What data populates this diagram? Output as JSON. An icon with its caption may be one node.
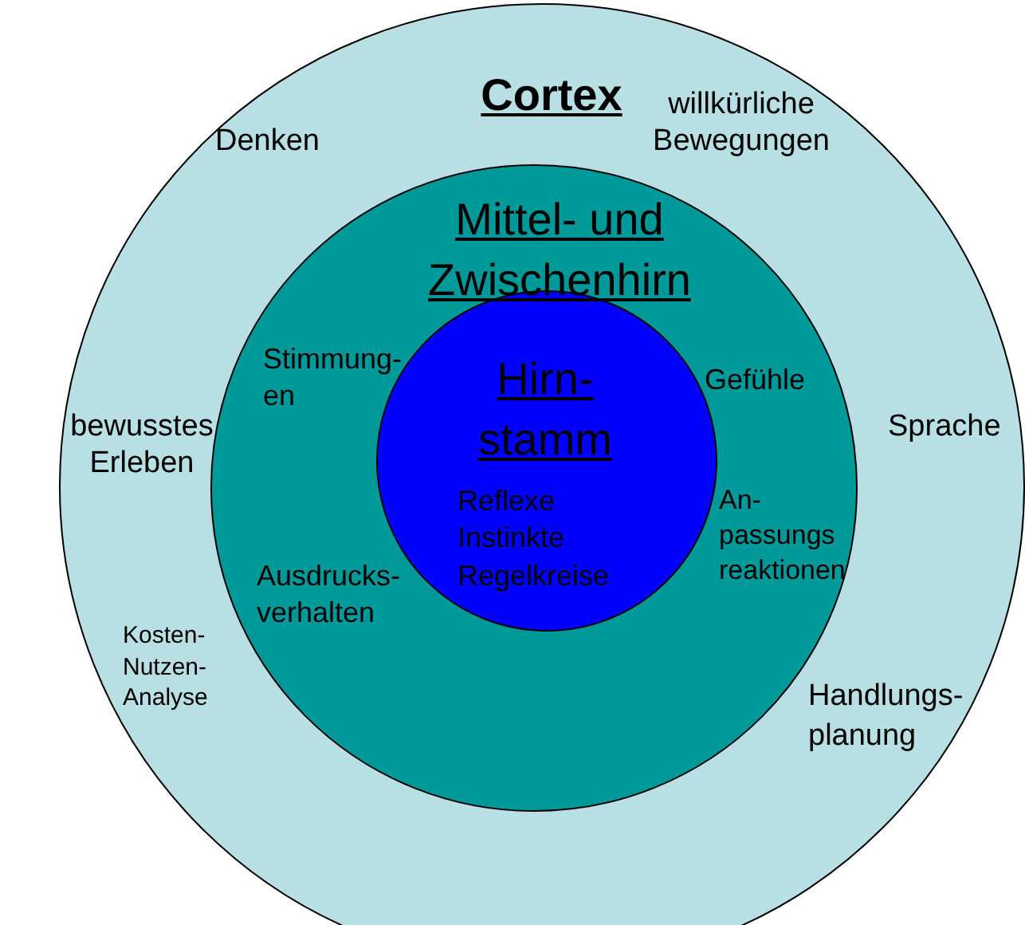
{
  "diagram": {
    "nodes": [
      {
        "text": [
          "Cortex",
          "Denken",
          "willkürliche Bewegungen",
          "bewusstes Erleben",
          "Sprache",
          "Kosten- Nutzen- Analyse",
          "Handlungs- planung"
        ]
      },
      {
        "text": [
          "Mittel- und Zwischenhirn",
          "Stimmung- en",
          "Gefühle",
          "Ausdrucks- verhalten",
          "An- passungs reaktionen"
        ],
        "in": 0
      },
      {
        "text": [
          "Hirn- stamm",
          "Reflexe Instinkte Regelkreise"
        ],
        "in": 1
      }
    ]
  }
}
